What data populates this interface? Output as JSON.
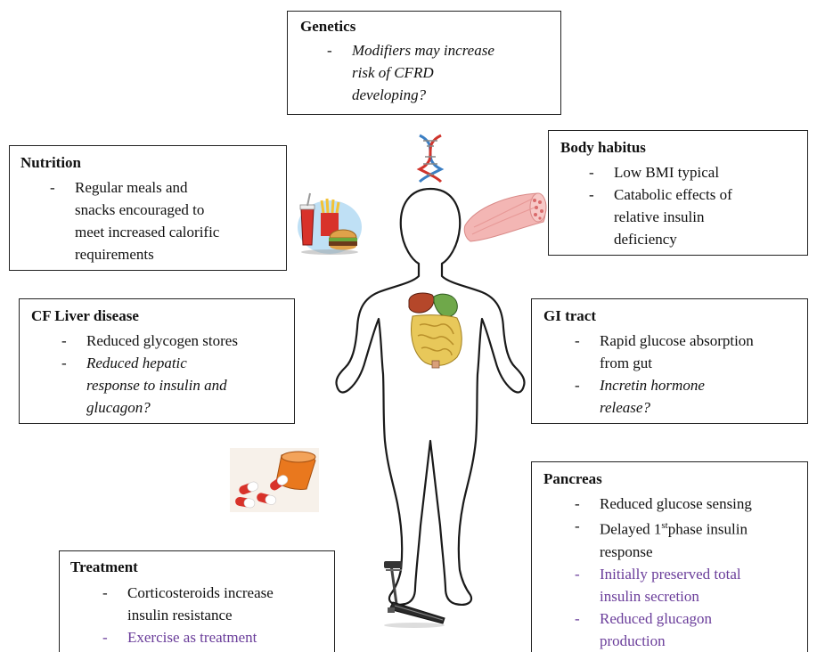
{
  "boxes": {
    "genetics": {
      "title": "Genetics",
      "items": [
        {
          "dash": "-",
          "lines": [
            "Modifiers may increase",
            "risk of CFRD",
            "developing?"
          ],
          "style": "italic"
        }
      ]
    },
    "nutrition": {
      "title": "Nutrition",
      "items": [
        {
          "dash": "-",
          "lines": [
            "Regular meals and",
            "snacks encouraged to",
            "meet increased calorific",
            "requirements"
          ],
          "style": "normal"
        }
      ]
    },
    "body_habitus": {
      "title": "Body habitus",
      "items": [
        {
          "dash": "-",
          "lines": [
            "Low BMI typical"
          ],
          "style": "normal"
        },
        {
          "dash": "-",
          "lines": [
            "Catabolic effects of",
            "relative insulin",
            "deficiency"
          ],
          "style": "normal"
        }
      ]
    },
    "cf_liver": {
      "title": "CF Liver disease",
      "items": [
        {
          "dash": "-",
          "lines": [
            "Reduced glycogen stores"
          ],
          "style": "normal"
        },
        {
          "dash": "-",
          "lines": [
            "Reduced hepatic",
            "response to insulin and",
            "glucagon?"
          ],
          "style": "italic"
        }
      ]
    },
    "gi_tract": {
      "title": "GI tract",
      "items": [
        {
          "dash": "-",
          "lines": [
            "Rapid glucose absorption",
            "from gut"
          ],
          "style": "normal"
        },
        {
          "dash": "-",
          "lines": [
            "Incretin hormone",
            "release?"
          ],
          "style": "italic"
        }
      ]
    },
    "pancreas": {
      "title": "Pancreas",
      "items": [
        {
          "dash": "-",
          "lines": [
            "Reduced glucose sensing"
          ],
          "style": "normal"
        },
        {
          "dash": "-",
          "lines": [
            "Delayed 1st phase insulin",
            "response"
          ],
          "style": "normal",
          "superscript": {
            "line": 0,
            "base": "Delayed 1",
            "sup": "st",
            "rest": "phase insulin"
          }
        },
        {
          "dash": "-",
          "lines": [
            "Initially preserved total",
            "insulin secretion"
          ],
          "style": "purple"
        },
        {
          "dash": "-",
          "lines": [
            "Reduced glucagon",
            "production"
          ],
          "style": "purple"
        }
      ]
    },
    "treatment": {
      "title": "Treatment",
      "items": [
        {
          "dash": "-",
          "lines": [
            "Corticosteroids increase",
            "insulin resistance"
          ],
          "style": "normal"
        },
        {
          "dash": "-",
          "lines": [
            "Exercise as treatment"
          ],
          "style": "purple"
        }
      ]
    }
  },
  "icons": [
    "dna-icon",
    "muscle-icon",
    "fast-food-icon",
    "digestive-organs-icon",
    "pills-icon",
    "treadmill-icon",
    "human-body-outline"
  ],
  "colors": {
    "purple_text": "#6a3d9a",
    "border": "#222222",
    "liver": "#b5472a",
    "intestine": "#e8c85a",
    "stomach": "#6fa84a"
  }
}
